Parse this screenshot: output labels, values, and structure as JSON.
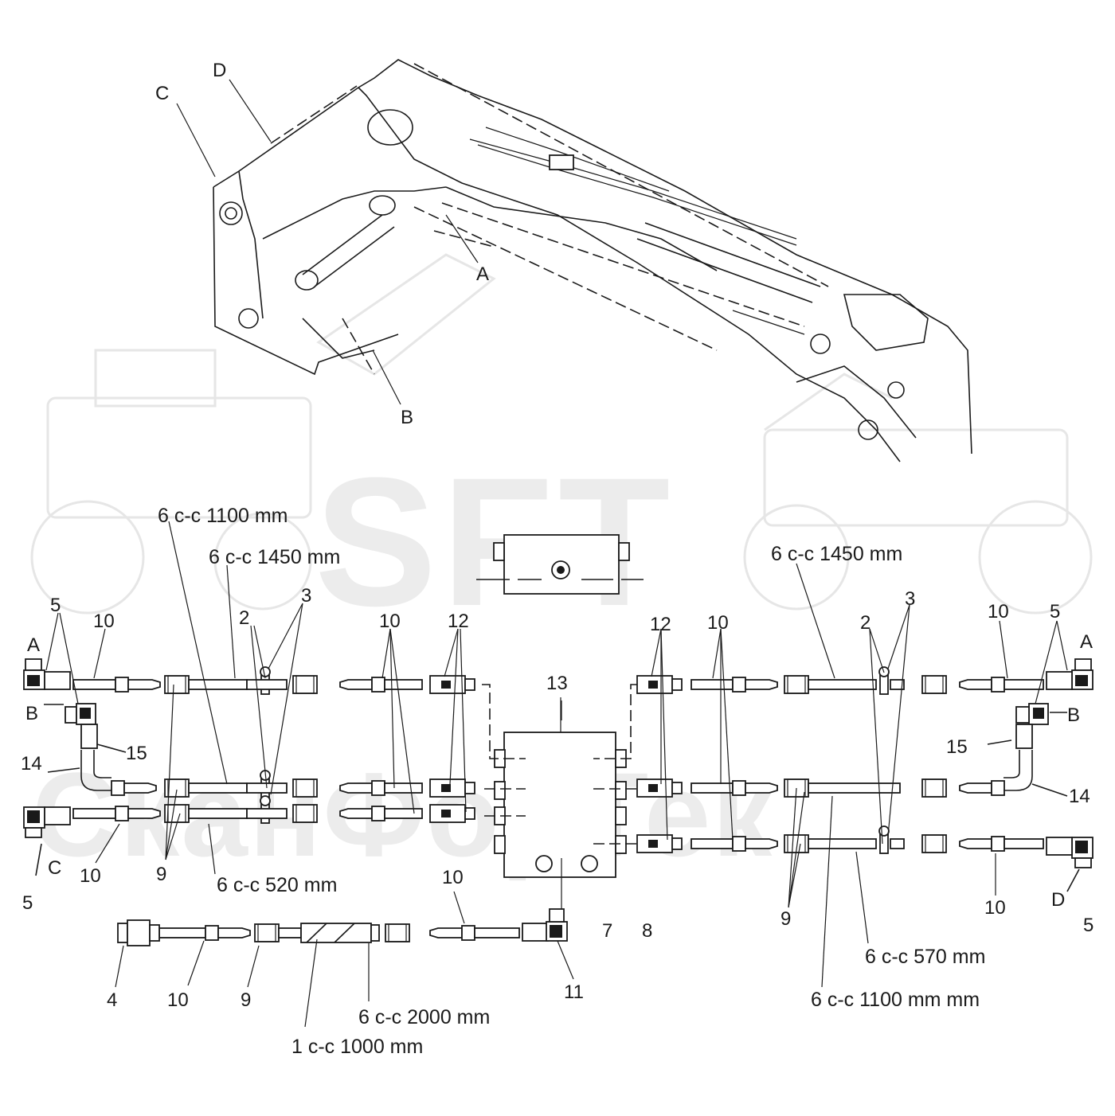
{
  "watermark": {
    "logo_text": "SFT",
    "company_text": "СканФорТек"
  },
  "assembly_labels": {
    "A": "A",
    "B": "B",
    "C": "C",
    "D": "D"
  },
  "callouts": {
    "n1": "1",
    "n2": "2",
    "n3": "3",
    "n4": "4",
    "n5": "5",
    "n7": "7",
    "n8": "8",
    "n9": "9",
    "n10": "10",
    "n11": "11",
    "n12": "12",
    "n13": "13",
    "n14": "14",
    "n15": "15"
  },
  "hose_captions": {
    "l_1100": "6  c-c 1100 mm",
    "l_1450": "6  c-c 1450 mm",
    "l_520": "6  c-c 520 mm",
    "r_1450": "6  c-c 1450 mm",
    "r_570": "6  c-c 570 mm",
    "r_1100": "6  c-c 1100 mm mm",
    "b_2000": "6  c-c 2000 mm",
    "b_1000": "1   c-c 1000 mm"
  }
}
